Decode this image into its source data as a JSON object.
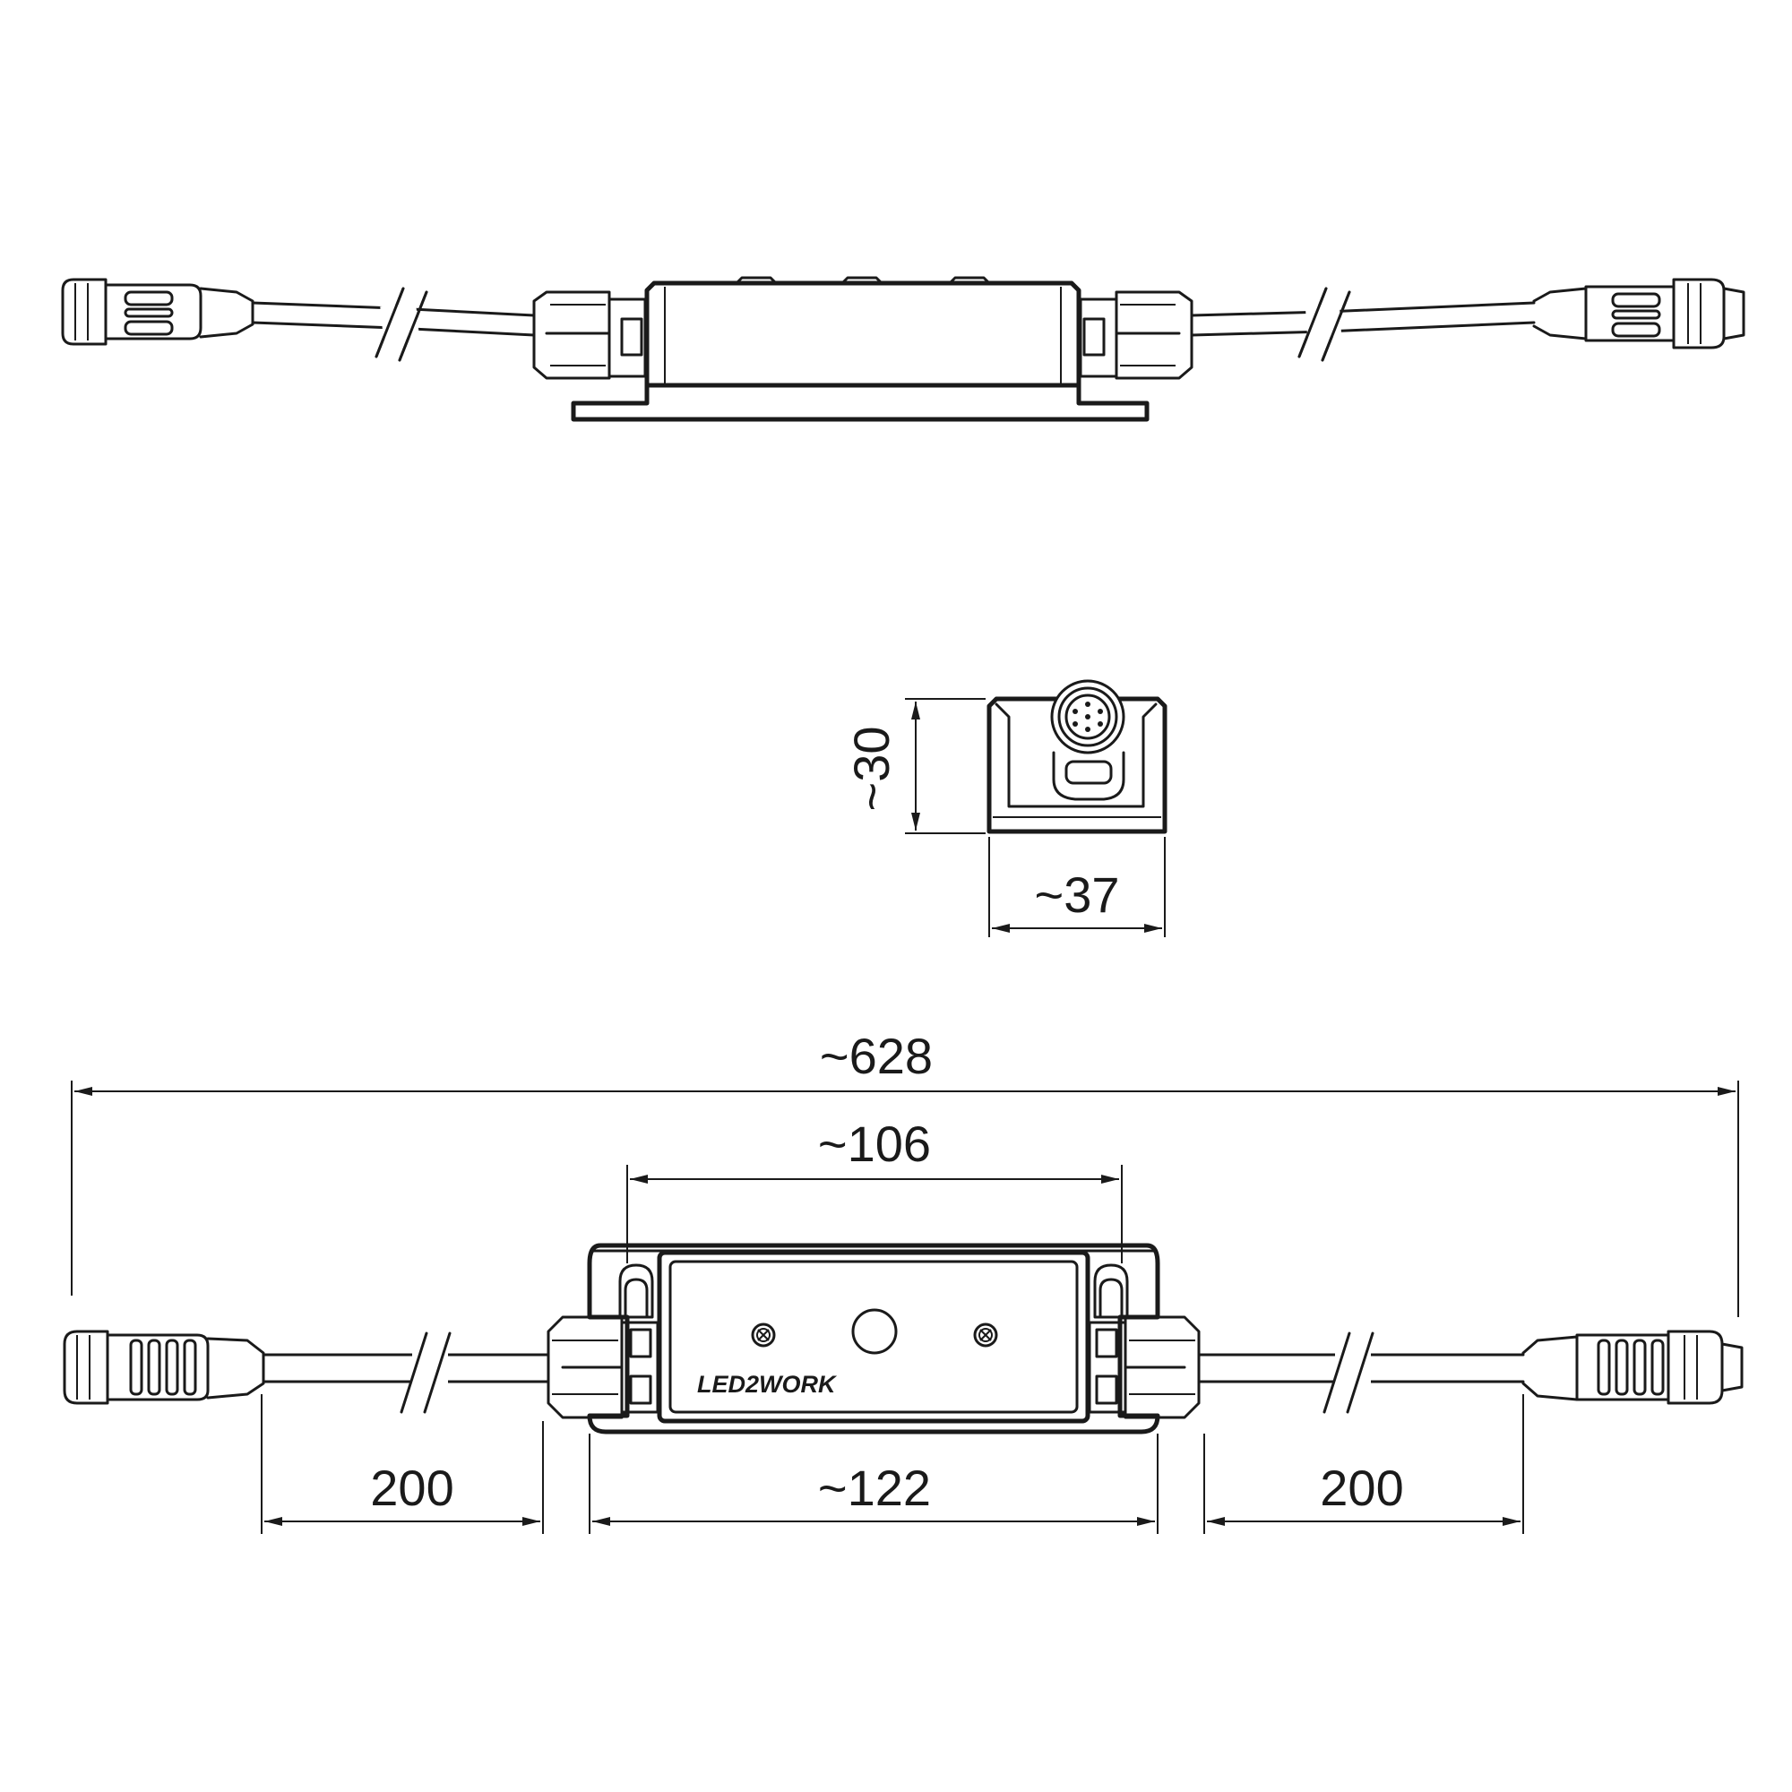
{
  "brand": {
    "logo_text": "LED2WORK"
  },
  "dimensions": {
    "height": "~30",
    "width": "~37",
    "total_length": "~628",
    "mount_spacing": "~106",
    "housing_length": "~122",
    "cable_left": "200",
    "cable_right": "200"
  },
  "colors": {
    "line": "#1a1a1a",
    "background": "#ffffff"
  }
}
